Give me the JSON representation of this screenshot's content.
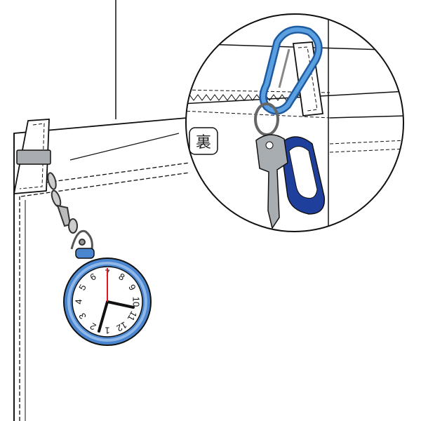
{
  "illustration": {
    "subject": "pocket-watch-on-bag-loop",
    "zoom_label": "裏",
    "dial_numbers": [
      "12",
      "1",
      "2",
      "3",
      "4",
      "5",
      "6",
      "7",
      "8",
      "9",
      "10",
      "11"
    ],
    "colors": {
      "watch_blue": "#4a86cf",
      "carabiner_blue": "#3f86cc",
      "tag_blue": "#1f3f9c",
      "second_hand": "#e0141e",
      "outline": "#111111",
      "metal": "#b8bcc0"
    }
  }
}
